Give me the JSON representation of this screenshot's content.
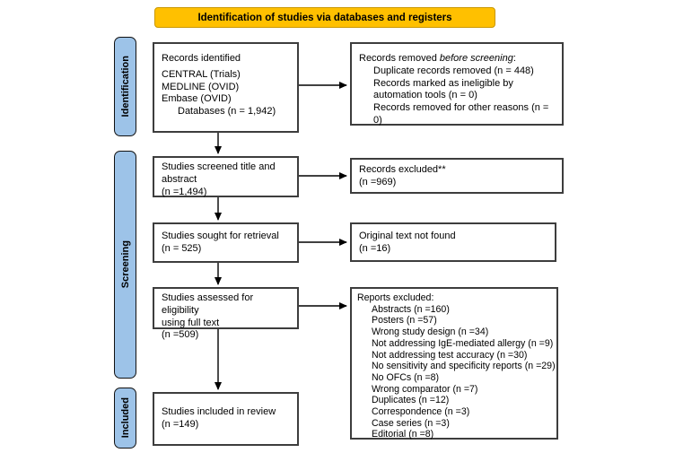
{
  "banner": {
    "label": "Identification of studies via databases and registers"
  },
  "colors": {
    "banner_bg": "#FFC000",
    "banner_border": "#C99700",
    "stage_bg": "#9DC3E8",
    "box_border": "#3D3D3D"
  },
  "stages": [
    {
      "label": "Identification"
    },
    {
      "label": "Screening"
    },
    {
      "label": "Included"
    }
  ],
  "boxes": {
    "records_identified": {
      "title": "Records identified",
      "sources": [
        "CENTRAL (Trials)",
        "MEDLINE (OVID)",
        "Embase (OVID)"
      ],
      "total": "Databases (n = 1,942)"
    },
    "records_removed": {
      "title_prefix": "Records removed ",
      "title_italic": "before screening",
      "title_suffix": ":",
      "items": [
        "Duplicate records removed (n = 448)",
        "Records marked as ineligible by automation tools (n = 0)",
        "Records removed for other reasons (n = 0)"
      ]
    },
    "studies_screened": {
      "lines": [
        "Studies screened title and",
        "abstract",
        "(n =1,494)"
      ]
    },
    "records_excluded": {
      "lines": [
        "Records excluded**",
        "(n =969)"
      ]
    },
    "studies_sought": {
      "lines": [
        "Studies sought for retrieval",
        "(n = 525)"
      ]
    },
    "text_not_found": {
      "lines": [
        "Original text not found",
        "(n =16)"
      ]
    },
    "studies_assessed": {
      "lines": [
        "Studies assessed for eligibility",
        "using full text",
        "(n =509)"
      ]
    },
    "reports_excluded": {
      "title": "Reports excluded:",
      "items": [
        "Abstracts (n =160)",
        "Posters (n =57)",
        "Wrong study design (n =34)",
        "Not addressing IgE-mediated allergy (n =9)",
        "Not addressing test accuracy (n =30)",
        "No sensitivity and specificity reports (n =29)",
        "No OFCs (n =8)",
        "Wrong comparator (n =7)",
        "Duplicates (n =12)",
        "Correspondence (n =3)",
        "Case series (n =3)",
        "Editorial (n =8)"
      ]
    },
    "studies_included": {
      "lines": [
        "Studies included in review",
        "(n =149)"
      ]
    }
  }
}
